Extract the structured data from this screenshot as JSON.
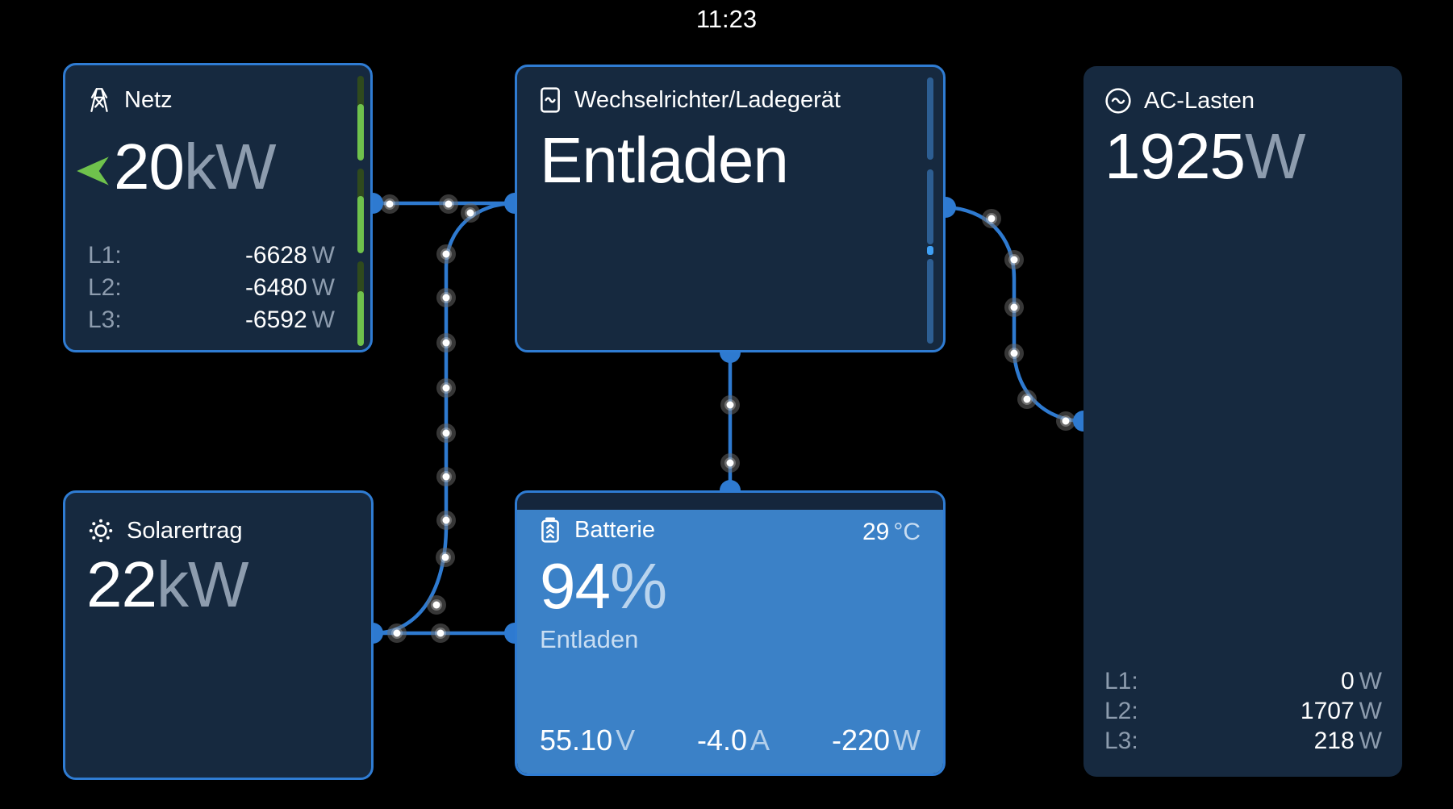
{
  "clock": "11:23",
  "colors": {
    "accent_blue": "#2e7ad0",
    "card_bg": "#16293f",
    "card_border": "#2f7cd3",
    "battery_blue": "#3b81c7",
    "green_bright": "#6fc24c",
    "green_dark": "#2f4a1d",
    "muted_text": "#8d9cae"
  },
  "cards": {
    "grid": {
      "title": "Netz",
      "value": "20",
      "unit": "kW",
      "phases": [
        {
          "label": "L1:",
          "value": "-6628",
          "unit": "W"
        },
        {
          "label": "L2:",
          "value": "-6480",
          "unit": "W"
        },
        {
          "label": "L3:",
          "value": "-6592",
          "unit": "W"
        }
      ]
    },
    "inverter": {
      "title": "Wechselrichter/Ladegerät",
      "state": "Entladen"
    },
    "ac_loads": {
      "title": "AC-Lasten",
      "value": "1925",
      "unit": "W",
      "phases": [
        {
          "label": "L1:",
          "value": "0",
          "unit": "W"
        },
        {
          "label": "L2:",
          "value": "1707",
          "unit": "W"
        },
        {
          "label": "L3:",
          "value": "218",
          "unit": "W"
        }
      ]
    },
    "solar": {
      "title": "Solarertrag",
      "value": "22",
      "unit": "kW"
    },
    "battery": {
      "title": "Batterie",
      "soc": "94",
      "soc_unit": "%",
      "state": "Entladen",
      "temperature": "29",
      "temperature_unit": "°C",
      "voltage": "55.10",
      "voltage_unit": "V",
      "current": "-4.0",
      "current_unit": "A",
      "power": "-220",
      "power_unit": "W"
    }
  },
  "gauges": {
    "grid_phase_fill_percent": [
      67,
      68,
      65
    ]
  }
}
